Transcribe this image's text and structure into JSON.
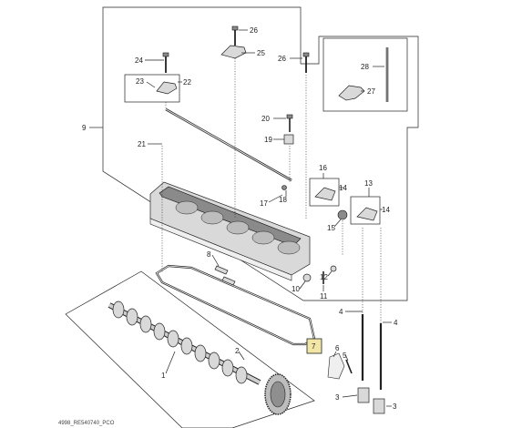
{
  "footer": {
    "code": "4998_RE540740_PCO"
  },
  "callouts": {
    "c1": "1",
    "c2": "2",
    "c3a": "3",
    "c3b": "3",
    "c4a": "4",
    "c4b": "4",
    "c5": "5",
    "c6": "6",
    "c7": "7",
    "c8": "8",
    "c9": "9",
    "c10": "10",
    "c11": "11",
    "c12": "12",
    "c13": "13",
    "c14a": "14",
    "c14b": "14",
    "c15": "15",
    "c16": "16",
    "c17": "17",
    "c18": "18",
    "c19": "19",
    "c20": "20",
    "c21": "21",
    "c22": "22",
    "c23": "23",
    "c24": "24",
    "c25": "25",
    "c26a": "26",
    "c26b": "26",
    "c27": "27",
    "c28": "28"
  },
  "colors": {
    "highlight": "#f2e6a6",
    "line": "#222222",
    "part": "#d9d9d9"
  }
}
